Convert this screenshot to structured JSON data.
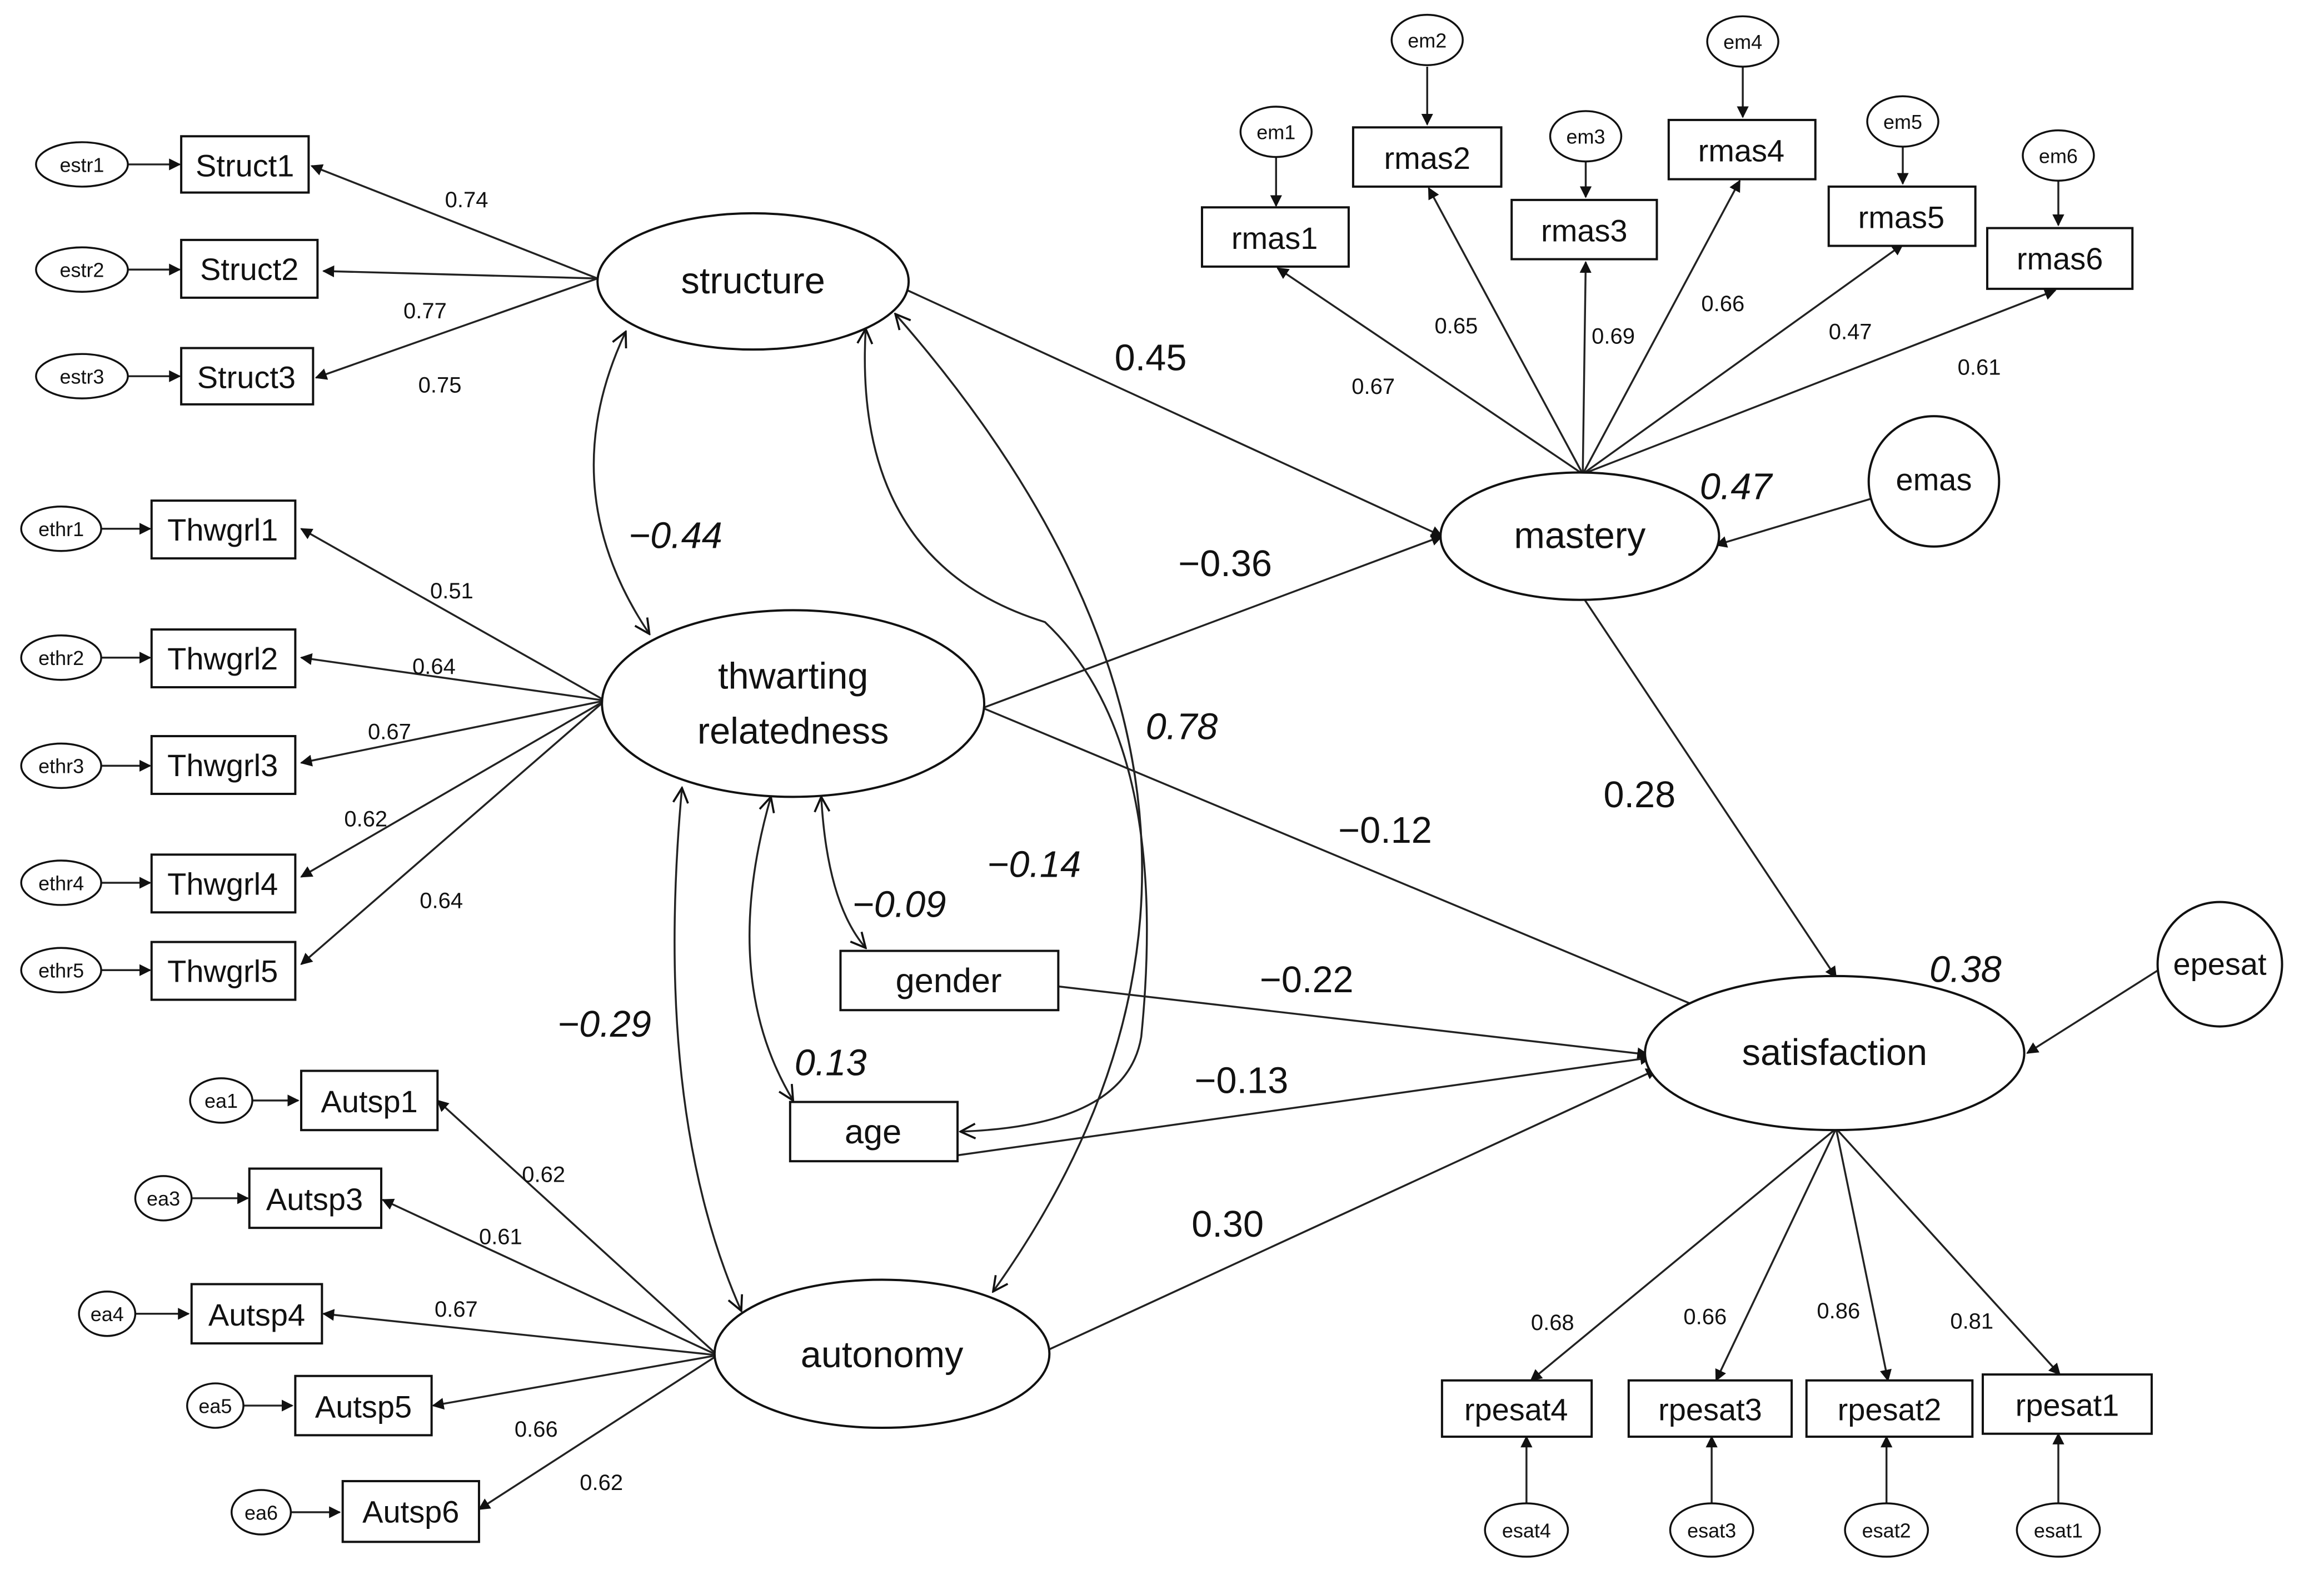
{
  "latents": {
    "structure": "structure",
    "thwarting_line1": "thwarting",
    "thwarting_line2": "relatedness",
    "mastery": "mastery",
    "satisfaction": "satisfaction",
    "autonomy": "autonomy"
  },
  "indicators": {
    "Struct1": "Struct1",
    "Struct2": "Struct2",
    "Struct3": "Struct3",
    "Thwgrl1": "Thwgrl1",
    "Thwgrl2": "Thwgrl2",
    "Thwgrl3": "Thwgrl3",
    "Thwgrl4": "Thwgrl4",
    "Thwgrl5": "Thwgrl5",
    "Autsp1": "Autsp1",
    "Autsp3": "Autsp3",
    "Autsp4": "Autsp4",
    "Autsp5": "Autsp5",
    "Autsp6": "Autsp6",
    "rmas1": "rmas1",
    "rmas2": "rmas2",
    "rmas3": "rmas3",
    "rmas4": "rmas4",
    "rmas5": "rmas5",
    "rmas6": "rmas6",
    "rpesat1": "rpesat1",
    "rpesat2": "rpesat2",
    "rpesat3": "rpesat3",
    "rpesat4": "rpesat4",
    "gender": "gender",
    "age": "age"
  },
  "errors": {
    "estr1": "estr1",
    "estr2": "estr2",
    "estr3": "estr3",
    "ethr1": "ethr1",
    "ethr2": "ethr2",
    "ethr3": "ethr3",
    "ethr4": "ethr4",
    "ethr5": "ethr5",
    "ea1": "ea1",
    "ea3": "ea3",
    "ea4": "ea4",
    "ea5": "ea5",
    "ea6": "ea6",
    "em1": "em1",
    "em2": "em2",
    "em3": "em3",
    "em4": "em4",
    "em5": "em5",
    "em6": "em6",
    "esat1": "esat1",
    "esat2": "esat2",
    "esat3": "esat3",
    "esat4": "esat4",
    "emas": "emas",
    "epesat": "epesat"
  },
  "loadings": {
    "struct1": "0.74",
    "struct2": "0.77",
    "struct3": "0.75",
    "thw1": "0.51",
    "thw2": "0.64",
    "thw3": "0.67",
    "thw4": "0.62",
    "thw5": "0.64",
    "aut1": "0.62",
    "aut3": "0.61",
    "aut4": "0.67",
    "aut5": "0.66",
    "aut6": "0.62",
    "mas1": "0.67",
    "mas2": "0.65",
    "mas3": "0.69",
    "mas4": "0.66",
    "mas5": "0.47",
    "mas6": "0.61",
    "sat4": "0.68",
    "sat3": "0.66",
    "sat2": "0.86",
    "sat1": "0.81"
  },
  "paths": {
    "structure_mastery": "0.45",
    "thwarting_mastery": "−0.36",
    "thwarting_satisfaction": "−0.12",
    "mastery_satisfaction": "0.28",
    "gender_satisfaction": "−0.22",
    "age_satisfaction": "−0.13",
    "autonomy_satisfaction": "0.30"
  },
  "covariances": {
    "structure_thwarting": "−0.44",
    "structure_autonomy": "0.78",
    "structure_age": "−0.14",
    "thwarting_gender": "−0.09",
    "thwarting_age": "0.13",
    "thwarting_autonomy": "−0.29"
  },
  "r2": {
    "mastery": "0.47",
    "satisfaction": "0.38"
  }
}
